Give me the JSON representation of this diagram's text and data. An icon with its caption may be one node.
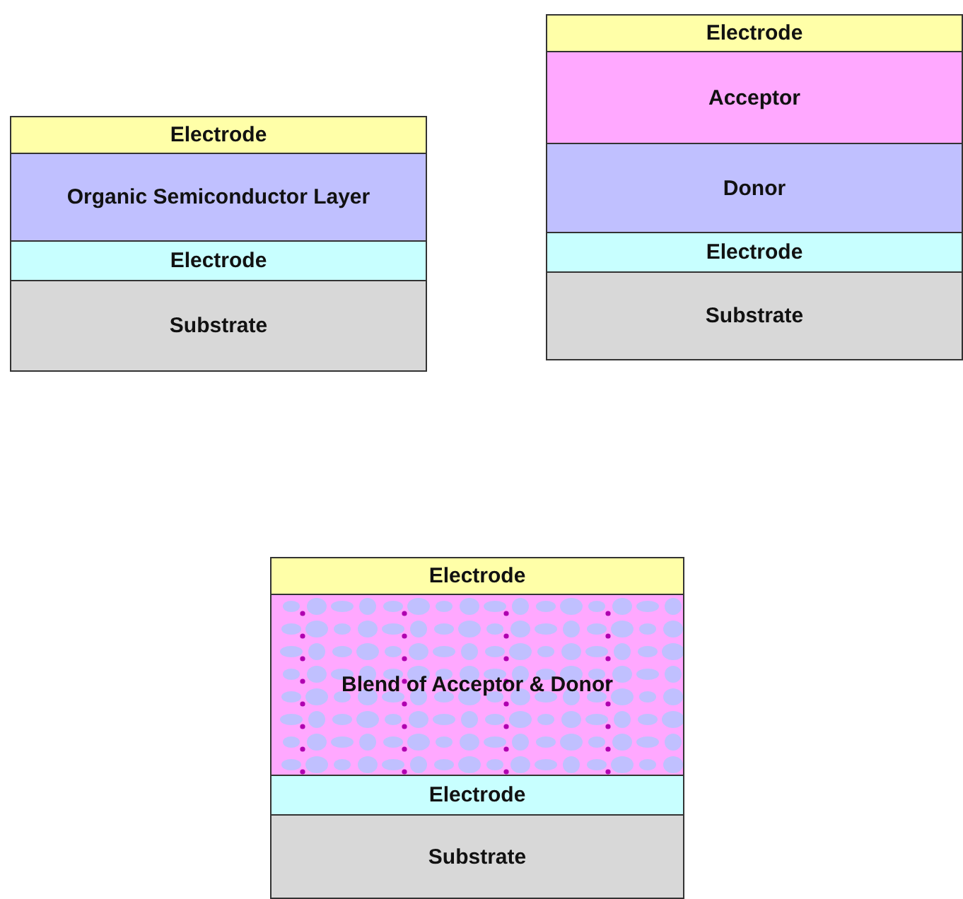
{
  "diagram": {
    "nodes": [
      {
        "text": [
          "Electrode"
        ]
      },
      {
        "text": [
          "Organic Semiconductor Layer"
        ]
      },
      {
        "text": [
          "Electrode"
        ]
      },
      {
        "text": [
          "Substrate"
        ]
      },
      {
        "text": [
          "Electrode"
        ]
      },
      {
        "text": [
          "Acceptor"
        ]
      },
      {
        "text": [
          "Donor"
        ]
      },
      {
        "text": [
          "Electrode"
        ]
      },
      {
        "text": [
          "Substrate"
        ]
      },
      {
        "text": [
          "Electrode"
        ]
      },
      {
        "text": [
          "Blend of Acceptor & Donor"
        ]
      },
      {
        "text": [
          "Electrode"
        ]
      },
      {
        "text": [
          "Substrate"
        ]
      }
    ]
  }
}
